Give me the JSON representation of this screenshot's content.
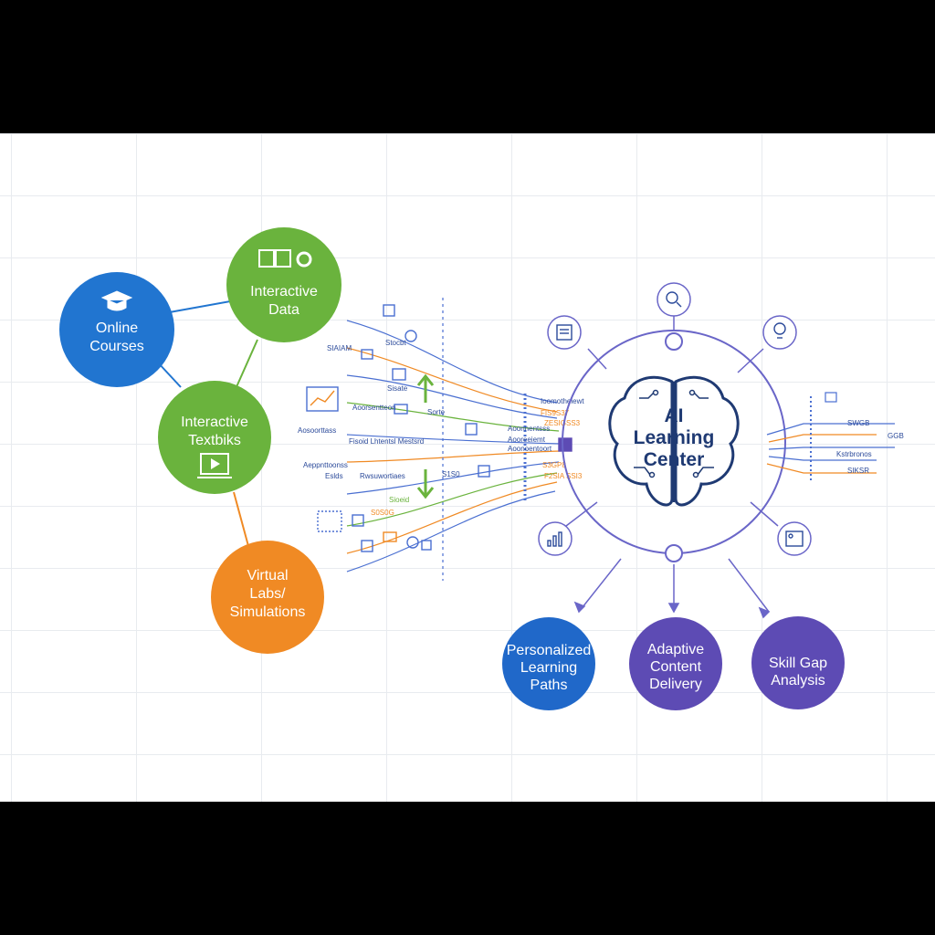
{
  "sources": {
    "online_courses": {
      "line1": "Online",
      "line2": "Courses",
      "color": "#2175d0"
    },
    "interactive_data": {
      "line1": "Interactive",
      "line2": "Data",
      "color": "#6ab33d"
    },
    "interactive_textbooks": {
      "line1": "Interactive",
      "line2": "Textbiks",
      "color": "#6ab33d"
    },
    "virtual_labs": {
      "line1": "Virtual",
      "line2": "Labs/",
      "line3": "Simulations",
      "color": "#f08a24"
    }
  },
  "hub": {
    "line1": "AI",
    "line2": "Learning",
    "line3": "Center",
    "color": "#1f3a73",
    "ring_color": "#6a66c8"
  },
  "outputs": {
    "personalized": {
      "line1": "Personalized",
      "line2": "Learning",
      "line3": "Paths",
      "color": "#2068c9"
    },
    "adaptive": {
      "line1": "Adaptive",
      "line2": "Content",
      "line3": "Delivery",
      "color": "#5d4bb4"
    },
    "skill_gap": {
      "line1": "Skill Gap",
      "line2": "Analysis",
      "color": "#5d4bb4"
    }
  },
  "stream_labels": {
    "a": "SIAIAM",
    "b": "Stocbt",
    "c": "Aosoorttass",
    "d": "Sisate",
    "e": "Aoorsentteon",
    "f": "Fisoid Lhtentsl Mestsrd",
    "g": "Aoonnentsss",
    "h": "Aeppnttoonss",
    "i": "Eslds",
    "j": "Rwsuwortiaes",
    "k": "S1S0",
    "l": "S0S0G",
    "m": "Sioeid",
    "n": "Sorte",
    "o": "Aooreeiemt",
    "p": "Aoonoentoort",
    "q": "Ioomotheiewt"
  },
  "stream_codes": {
    "code1": "FIS9S37",
    "code2": "ZESIGSS3",
    "code3": "S3GP8",
    "code4": "F2SIA SSI3"
  },
  "right_labels": {
    "r1": "SWGB",
    "r2": "GGB",
    "r3": "Kstrbronos",
    "r4": "SIKSR"
  }
}
